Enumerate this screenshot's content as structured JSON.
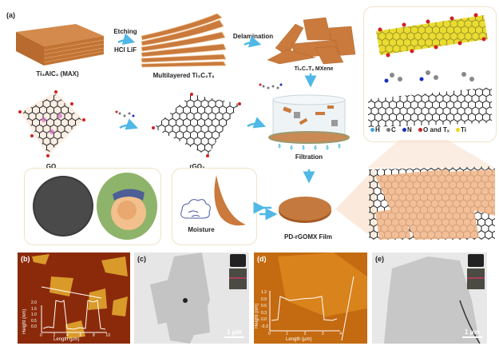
{
  "panel_a": {
    "tag": "(a)",
    "max_label": "Ti₃AlC₂ (MAX)",
    "etching_label": "Etching",
    "etchant_label": "HCl LiF",
    "multilayer_label": "Multilayered Ti₃C₂Tₓ",
    "delamination_label": "Delamination",
    "mxene_label": "Ti₃C₂Tₓ MXene",
    "go_label": "GO",
    "rgo_label": "rGO₃",
    "filtration_label": "Filtration",
    "moisture_label": "Moisture",
    "film_label": "PD-rGOMX Film",
    "legend": [
      {
        "label": "H",
        "color": "#3fa9d8"
      },
      {
        "label": "C",
        "color": "#777777"
      },
      {
        "label": "N",
        "color": "#1a2fbf"
      },
      {
        "label": "O and Tₓ",
        "color": "#d02020"
      },
      {
        "label": "Ti",
        "color": "#e8d81a"
      }
    ]
  },
  "panel_b": {
    "tag": "(b)",
    "ylabel": "Height (nm)",
    "xlabel": "Length (μm)",
    "yticks": [
      "0.0",
      "0.5",
      "1.0",
      "1.5",
      "2.0"
    ],
    "xticks": [
      "0",
      "2",
      "4",
      "6",
      "8",
      "10"
    ]
  },
  "panel_c": {
    "tag": "(c)",
    "scale_bar": "1 μm"
  },
  "panel_d": {
    "tag": "(d)",
    "ylabel": "Height (nm)",
    "xlabel": "Length (μm)",
    "yticks": [
      "-0.3",
      "0.0",
      "0.3",
      "0.6",
      "0.9",
      "1.2"
    ],
    "xticks": [
      "0",
      "1",
      "2",
      "3",
      "4"
    ]
  },
  "panel_e": {
    "tag": "(e)",
    "scale_bar": "1 μm"
  },
  "colors": {
    "mxene": "#c97a3c",
    "arrow": "#4fb8e6",
    "afm": "#8a2a0a"
  }
}
